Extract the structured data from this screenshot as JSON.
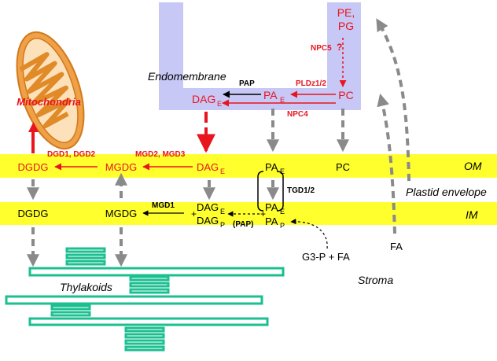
{
  "colors": {
    "endomembrane": "#c7c8f5",
    "envelope": "#ffff2e",
    "thylakoid": "#1bbf90",
    "mito_outer": "#f0a046",
    "mito_inner": "#fde1bb",
    "red": "#e8141e",
    "black": "#000000",
    "gray": "#8a8a8a"
  },
  "compartments": {
    "endomembrane": "Endomembrane",
    "mitochondria": "Mitochondria",
    "thylakoids": "Thylakoids",
    "stroma": "Stroma",
    "plastid_envelope": "Plastid envelope",
    "om": "OM",
    "im": "IM"
  },
  "lipids": {
    "pe_pg_line1": "PE,",
    "pe_pg_line2": "PG",
    "pc_endo": "PC",
    "dag": "DAG",
    "pa": "PA",
    "sub_e": "E",
    "sub_p": "P",
    "pc_om": "PC",
    "dgdg": "DGDG",
    "mgdg": "MGDG",
    "g3p_fa": "G3-P + FA",
    "fa": "FA",
    "plus": "+"
  },
  "enzymes": {
    "npc5": "NPC5",
    "question": "?",
    "pldz": "PLDz1/2",
    "pap": "PAP",
    "npc4": "NPC4",
    "dgd": "DGD1, DGD2",
    "mgd23": "MGD2, MGD3",
    "tgd": "TGD1/2",
    "mgd1": "MGD1",
    "pap_paren": "(PAP)"
  }
}
